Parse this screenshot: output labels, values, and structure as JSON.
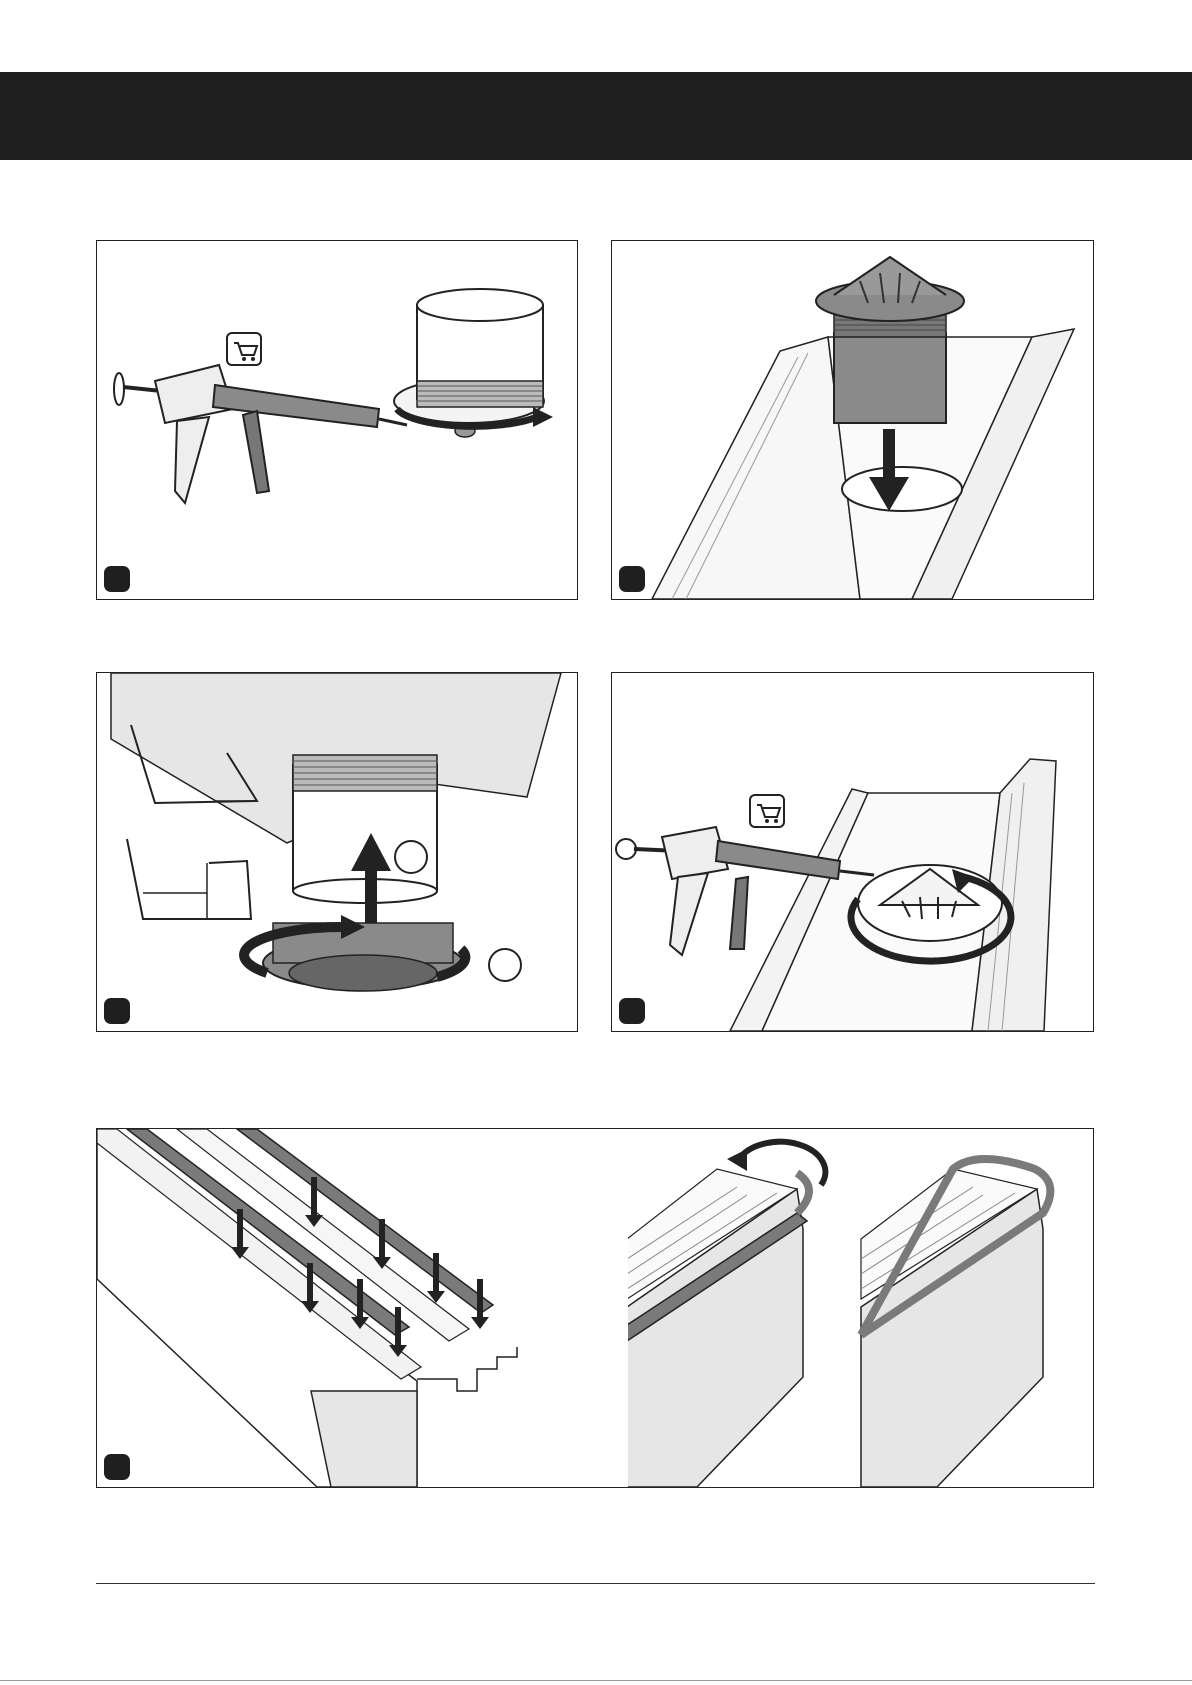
{
  "page": {
    "header_title": "",
    "footer_text": ""
  },
  "colors": {
    "header": "#1f1f1f",
    "line": "#222222",
    "part_gray": "#7a7a7a",
    "surface_gray": "#e6e6e6",
    "white": "#ffffff"
  },
  "panels": [
    {
      "id": "panel-1",
      "icons": [
        "caulking-gun-icon",
        "shopping-cart-icon",
        "drain-outlet-icon",
        "rotate-arrow-icon"
      ]
    },
    {
      "id": "panel-2",
      "icons": [
        "drain-outlet-icon",
        "gutter-icon",
        "down-arrow-icon"
      ]
    },
    {
      "id": "panel-3",
      "icons": [
        "gutter-profile-icon",
        "drain-pipe-icon",
        "nut-ring-icon",
        "up-arrow-icon",
        "rotate-arrow-icon"
      ]
    },
    {
      "id": "panel-4",
      "icons": [
        "caulking-gun-icon",
        "shopping-cart-icon",
        "gutter-icon",
        "drain-outlet-icon",
        "rotate-arrow-icon"
      ]
    },
    {
      "id": "panel-5",
      "icons": [
        "gutter-icon",
        "rubber-strip-icon",
        "down-arrow-icon",
        "curved-arrow-icon"
      ]
    }
  ]
}
